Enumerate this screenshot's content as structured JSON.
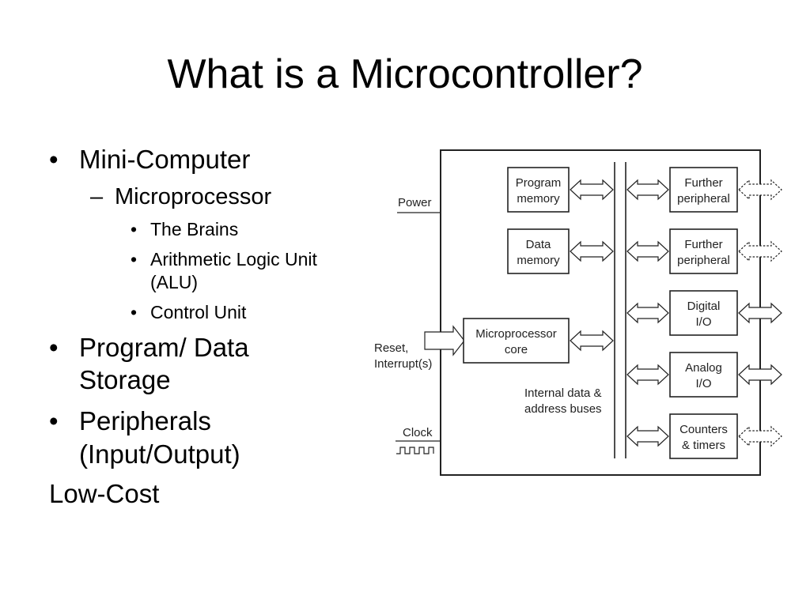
{
  "slide": {
    "title": "What is a Microcontroller?"
  },
  "bullets": {
    "bullet_symbol": "•",
    "dash_symbol": "–",
    "mini_computer": "Mini-Computer",
    "microprocessor": "Microprocessor",
    "the_brains": "The Brains",
    "alu_line1": "Arithmetic Logic Unit",
    "alu_line2": "(ALU)",
    "control_unit": "Control Unit",
    "storage_line1": "Program/ Data",
    "storage_line2": "Storage",
    "peripherals_line1": "Peripherals",
    "peripherals_line2": "(Input/Output)",
    "low_cost": "Low-Cost"
  },
  "diagram": {
    "labels": {
      "power": "Power",
      "reset_line1": "Reset,",
      "reset_line2": "Interrupt(s)",
      "clock": "Clock",
      "buses_line1": "Internal data &",
      "buses_line2": "address buses"
    },
    "blocks": {
      "program_memory": [
        "Program",
        "memory"
      ],
      "data_memory": [
        "Data",
        "memory"
      ],
      "microprocessor_core": [
        "Microprocessor",
        "core"
      ],
      "further_peripheral_1": [
        "Further",
        "peripheral"
      ],
      "further_peripheral_2": [
        "Further",
        "peripheral"
      ],
      "digital_io": [
        "Digital",
        "I/O"
      ],
      "analog_io": [
        "Analog",
        "I/O"
      ],
      "counters_timers": [
        "Counters",
        "& timers"
      ]
    }
  }
}
